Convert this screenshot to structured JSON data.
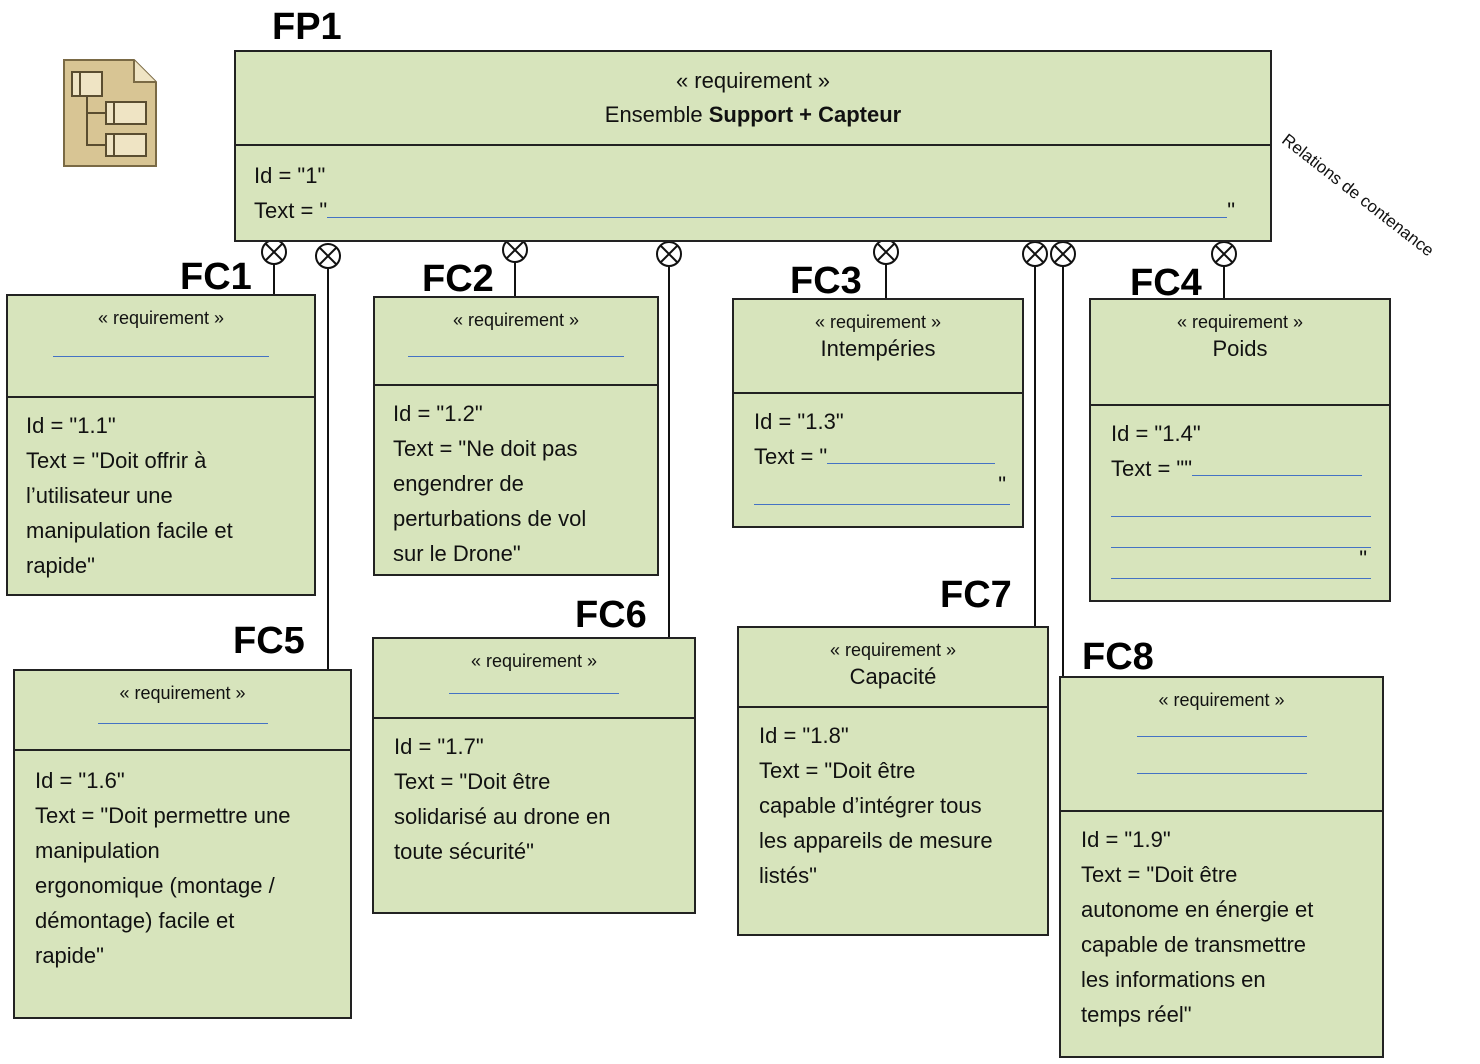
{
  "note": "Relations de contenance",
  "main": {
    "label": "FP1",
    "stereotype": "« requirement »",
    "name_prefix": "Ensemble ",
    "name_bold": "Support + Capteur",
    "id_line": "Id = \"1\"",
    "text_prefix": "Text = \"",
    "text_suffix": "\""
  },
  "fc1": {
    "label": "FC1",
    "stereotype": "« requirement »",
    "lines": [
      "Id = \"1.1\"",
      "Text = \"Doit offrir à",
      "l’utilisateur une",
      "manipulation facile et",
      "rapide\""
    ]
  },
  "fc2": {
    "label": "FC2",
    "stereotype": "« requirement »",
    "lines": [
      "Id = \"1.2\"",
      "Text = \"Ne doit pas",
      "engendrer de",
      "perturbations de vol",
      "sur le Drone\""
    ]
  },
  "fc3": {
    "label": "FC3",
    "stereotype": "« requirement »",
    "name": "Intempéries",
    "id_line": "Id = \"1.3\"",
    "text_prefix": "Text = \"",
    "text_suffix": "\""
  },
  "fc4": {
    "label": "FC4",
    "stereotype": "« requirement »",
    "name": "Poids",
    "id_line": "Id = \"1.4\"",
    "text_prefix": "Text = \"\"",
    "text_suffix": "\""
  },
  "fc5": {
    "label": "FC5",
    "stereotype": "« requirement »",
    "lines": [
      "Id = \"1.6\"",
      "Text = \"Doit permettre une",
      "manipulation",
      "ergonomique (montage /",
      "démontage) facile et",
      "rapide\""
    ]
  },
  "fc6": {
    "label": "FC6",
    "stereotype": "« requirement »",
    "lines": [
      "Id = \"1.7\"",
      "Text = \"Doit être",
      "solidarisé au drone en",
      "toute sécurité\""
    ]
  },
  "fc7": {
    "label": "FC7",
    "stereotype": "« requirement »",
    "name": "Capacité",
    "lines": [
      "Id = \"1.8\"",
      "Text = \"Doit être",
      "capable d’intégrer tous",
      "les appareils de mesure",
      "listés\""
    ]
  },
  "fc8": {
    "label": "FC8",
    "stereotype": "« requirement »",
    "lines": [
      "Id = \"1.9\"",
      "Text = \"Doit être",
      "autonome en énergie et",
      "capable de transmettre",
      "les informations en",
      "temps réel\""
    ]
  },
  "colors": {
    "box_fill": "#d7e4bc",
    "blank_line": "#4472c4",
    "border": "#222222"
  }
}
